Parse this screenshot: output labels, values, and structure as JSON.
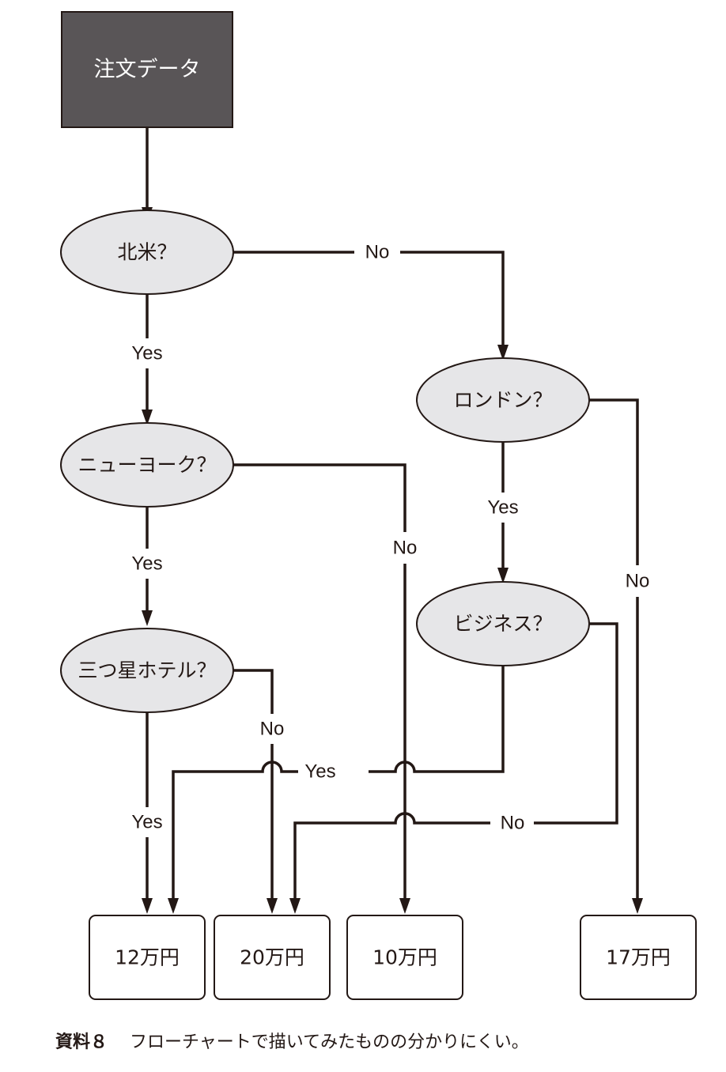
{
  "nodes": {
    "start": "注文データ",
    "north_america": "北米？",
    "london": "ロンドン？",
    "new_york": "ニューヨーク？",
    "business": "ビジネス？",
    "three_star": "三つ星ホテル？",
    "result_12": "12万円",
    "result_20": "20万円",
    "result_10": "10万円",
    "result_17": "17万円"
  },
  "edges": {
    "na_no": "No",
    "na_yes": "Yes",
    "london_yes": "Yes",
    "london_no": "No",
    "ny_yes": "Yes",
    "ny_no": "No",
    "three_yes": "Yes",
    "three_no": "No",
    "business_yes": "Yes",
    "business_no": "No"
  },
  "colors": {
    "start_fill": "#595557",
    "decision_fill": "#e6e6e8",
    "line": "#231815"
  },
  "caption": {
    "number": "資料８",
    "text": "フローチャートで描いてみたものの分かりにくい。"
  }
}
